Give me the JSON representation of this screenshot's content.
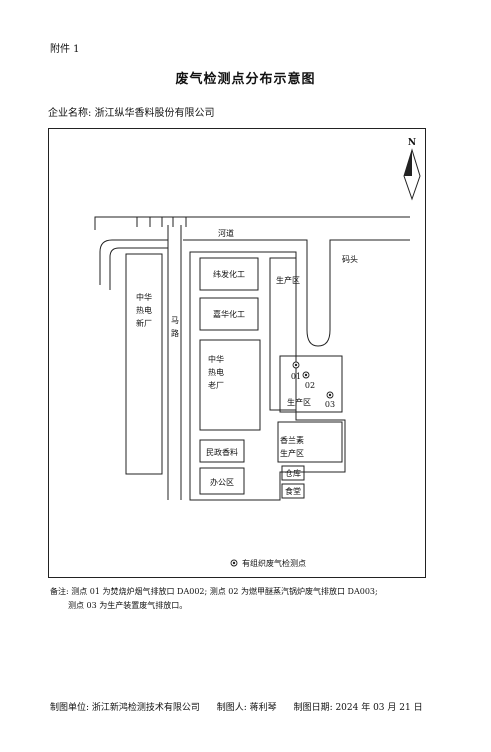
{
  "header": {
    "attachment": "附件 1",
    "title": "废气检测点分布示意图",
    "company_label": "企业名称:",
    "company_name": "浙江纵华香料股份有限公司"
  },
  "map": {
    "north": "N",
    "river": "河道",
    "dock": "码头",
    "road_1": "马",
    "road_2": "路",
    "zhonghua_new_1": "中华",
    "zhonghua_new_2": "热电",
    "zhonghua_new_3": "新厂",
    "weifa": "纬发化工",
    "jiahua": "嘉华化工",
    "zhonghua_old_1": "中华",
    "zhonghua_old_2": "热电",
    "zhonghua_old_3": "老厂",
    "production_area_top": "生产区",
    "point_01": "01",
    "point_02": "02",
    "point_03": "03",
    "production_area": "生产区",
    "xianglansu_1": "香兰素",
    "xianglansu_2": "生产区",
    "minzheng": "民政香料",
    "office": "办公区",
    "warehouse": "仓库",
    "canteen": "食堂",
    "legend_label": "有组织废气检测点"
  },
  "notes": {
    "line1": "备注: 测点 01 为焚烧炉烟气排放口 DA002; 测点 02 为燃甲醚蒸汽锅炉废气排放口 DA003;",
    "line2": "测点 03 为生产装置废气排放口。"
  },
  "footer": {
    "unit": "制图单位: 浙江新鸿检测技术有限公司",
    "author": "制图人: 蒋利琴",
    "date": "制图日期: 2024 年 03 月 21 日"
  }
}
